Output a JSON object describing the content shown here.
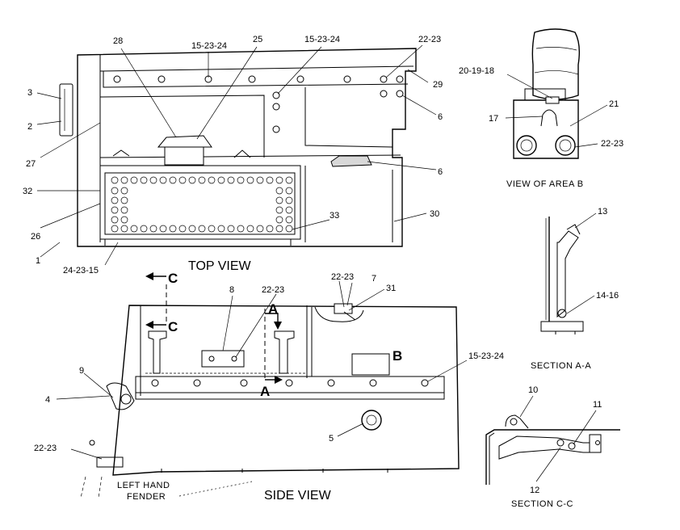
{
  "views": {
    "top_view": "TOP VIEW",
    "side_view": "SIDE VIEW",
    "view_area_b": "VIEW OF AREA B",
    "section_aa": "SECTION A-A",
    "section_cc": "SECTION C-C",
    "left_hand_fender_line1": "LEFT HAND",
    "left_hand_fender_line2": "FENDER"
  },
  "section_markers": {
    "c": "C",
    "a": "A",
    "b": "B"
  },
  "callouts": {
    "top": {
      "c28": "28",
      "c15_23_24_a": "15-23-24",
      "c25": "25",
      "c15_23_24_b": "15-23-24",
      "c22_23": "22-23",
      "c29": "29",
      "c3": "3",
      "c2": "2",
      "c6_a": "6",
      "c27": "27",
      "c6_b": "6",
      "c32": "32",
      "c26": "26",
      "c30": "30",
      "c33": "33",
      "c1": "1",
      "c24_23_15": "24-23-15"
    },
    "area_b": {
      "c20_19_18": "20-19-18",
      "c21": "21",
      "c17": "17",
      "c22_23": "22-23"
    },
    "section_aa": {
      "c13": "13",
      "c14_16": "14-16"
    },
    "side": {
      "c8": "8",
      "c22_23_a": "22-23",
      "c22_23_b": "22-23",
      "c7": "7",
      "c31": "31",
      "c9": "9",
      "c4": "4",
      "c15_23_24": "15-23-24",
      "c5": "5",
      "c22_23_c": "22-23"
    },
    "section_cc": {
      "c10": "10",
      "c11": "11",
      "c12": "12"
    }
  }
}
